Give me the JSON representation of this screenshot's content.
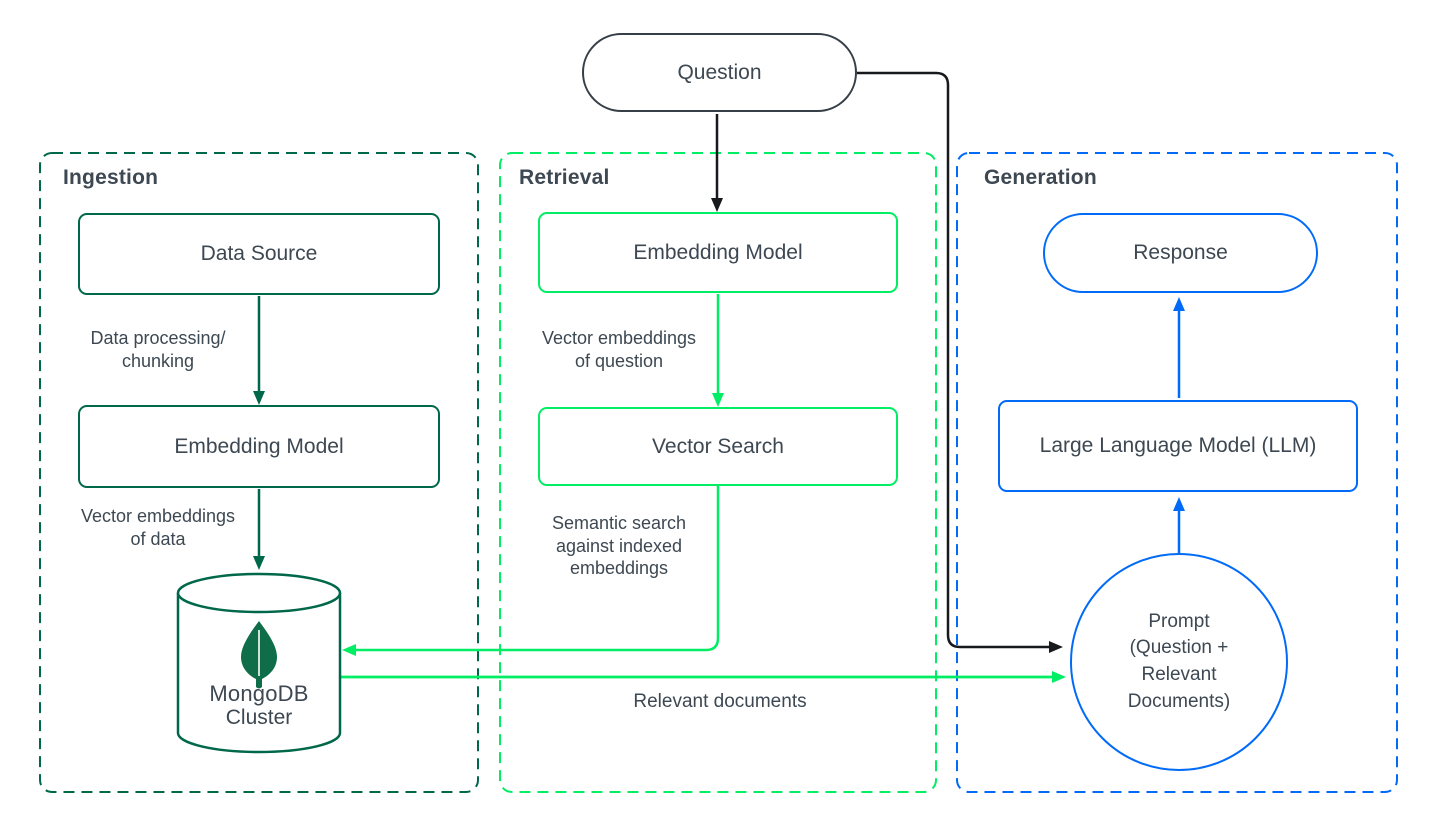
{
  "colors": {
    "forest_green": "#00684A",
    "bright_green": "#00ED64",
    "blue": "#016BF8",
    "ink": "#17191C",
    "slate_text": "#3D4852",
    "pill_stroke": "#363E47",
    "leaf_green": "#0F6E49",
    "background": "#FFFFFF"
  },
  "question_node": {
    "label": "Question"
  },
  "sections": {
    "ingestion": {
      "title": "Ingestion",
      "nodes": {
        "data_source": "Data Source",
        "embedding_model": "Embedding Model",
        "mongodb_line1": "MongoDB",
        "mongodb_line2": "Cluster"
      },
      "edge_labels": {
        "processing": "Data processing/\nchunking",
        "vector_embeddings_of_data": "Vector embeddings\nof data"
      }
    },
    "retrieval": {
      "title": "Retrieval",
      "nodes": {
        "embedding_model": "Embedding Model",
        "vector_search": "Vector Search"
      },
      "edge_labels": {
        "vector_embeddings_of_question": "Vector embeddings\nof question",
        "semantic_search": "Semantic search\nagainst indexed\nembeddings",
        "relevant_documents": "Relevant documents"
      }
    },
    "generation": {
      "title": "Generation",
      "nodes": {
        "response": "Response",
        "llm": "Large Language Model (LLM)",
        "prompt": "Prompt\n(Question +\nRelevant\nDocuments)"
      }
    }
  },
  "icons": {
    "mongodb_leaf": "mongodb-leaf-icon"
  }
}
